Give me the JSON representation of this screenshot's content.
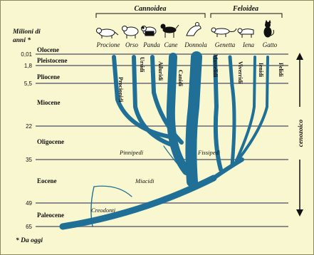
{
  "axis_title_line1": "Milioni di",
  "axis_title_line2": "anni *",
  "groups": {
    "canoidea": "Cannoidea",
    "feloidea": "Feloidea"
  },
  "species": [
    "Procione",
    "Orso",
    "Panda",
    "Cane",
    "Donnola",
    "Genetta",
    "Iena",
    "Gatto"
  ],
  "time_ticks": [
    "0,01",
    "1,8",
    "5,5",
    "22",
    "35",
    "49",
    "65"
  ],
  "epochs": [
    "Olocene",
    "Pleistocene",
    "Pliocene",
    "Miocene",
    "Oligocene",
    "Eocene",
    "Paleocene"
  ],
  "families": [
    "Procionidi",
    "Ursidi",
    "Ailuridi",
    "Canidi",
    "Mustelidi",
    "Viverridi",
    "Ienidi",
    "Felidi"
  ],
  "annotations": {
    "pinnipedi": "Pinnipedi",
    "fissipedi": "Fissipedi",
    "miacidi": "Miacidi",
    "creodonti": "Creodonti"
  },
  "era_label": "cenozoico",
  "footnote": "* Da oggi",
  "colors": {
    "branch": "#1f6f96",
    "background": "#f9f7cf",
    "text": "#111111",
    "grid": "#888888"
  }
}
